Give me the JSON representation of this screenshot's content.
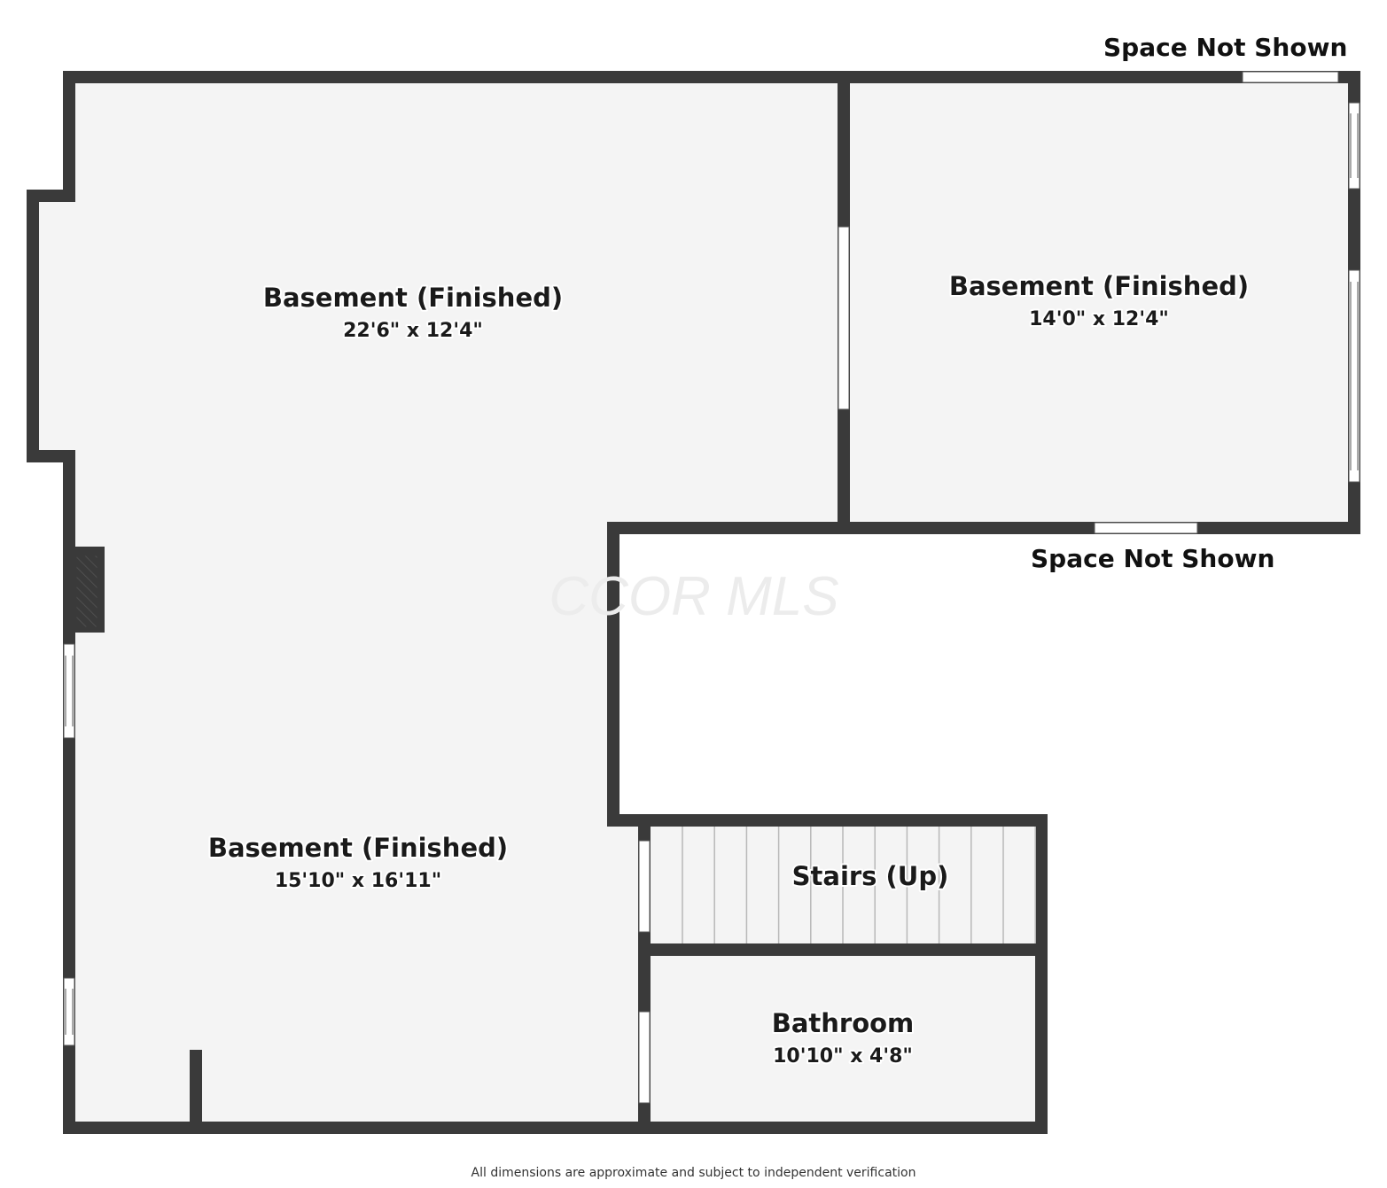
{
  "rooms": {
    "upper_left": {
      "name": "Basement (Finished)",
      "dims": "22'6\" x 12'4\""
    },
    "upper_right": {
      "name": "Basement (Finished)",
      "dims": "14'0\" x 12'4\""
    },
    "lower_left": {
      "name": "Basement (Finished)",
      "dims": "15'10\" x 16'11\""
    },
    "stairs": {
      "name": "Stairs (Up)"
    },
    "bathroom": {
      "name": "Bathroom",
      "dims": "10'10\" x 4'8\""
    }
  },
  "labels": {
    "space_top": "Space Not Shown",
    "space_mid": "Space Not Shown"
  },
  "watermark": "CCOR MLS",
  "footer": "All dimensions are approximate and subject to independent verification",
  "colors": {
    "wall": "#3a3a3a",
    "floor": "#f4f4f4",
    "background": "#ffffff"
  }
}
